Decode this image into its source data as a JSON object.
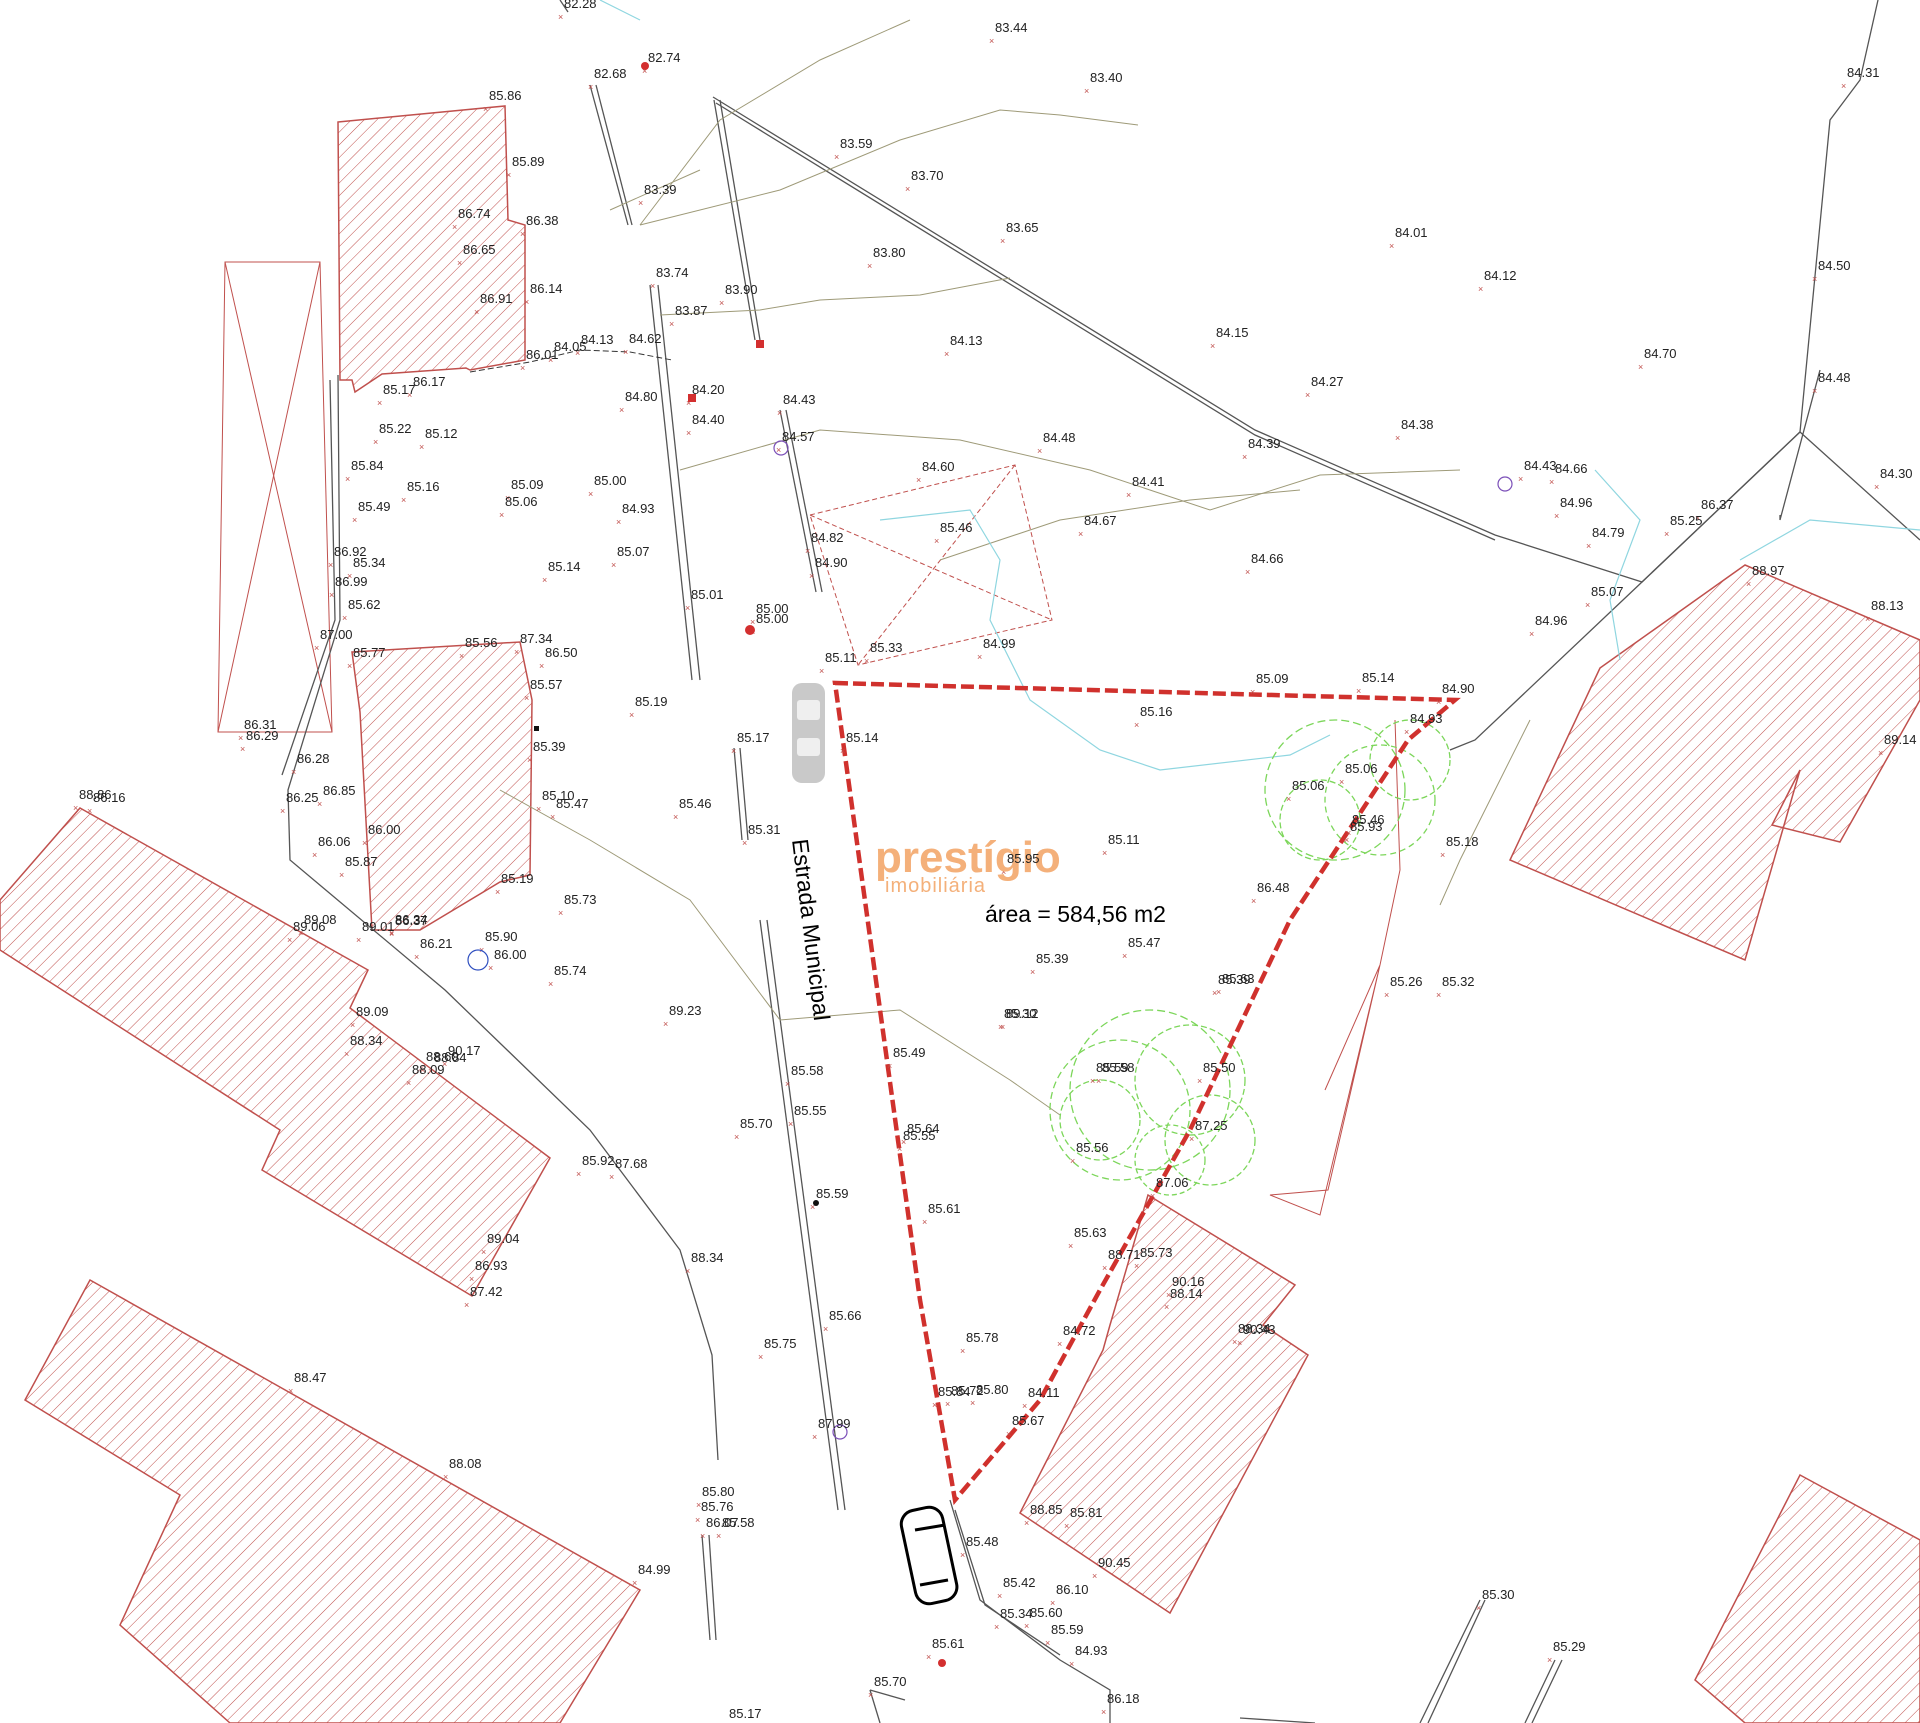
{
  "map": {
    "area_label": "área = 584,56 m2",
    "road_label": "Estrada Municipal",
    "watermark": {
      "brand": "prestígio",
      "sub": "imobiliária"
    },
    "colors": {
      "plot_boundary": "#d0312d",
      "building_hatch": "#c0504d",
      "survey_line": "#555555",
      "tree": "#7cd65a",
      "contour": "#9e9a78",
      "watercourse": "#8fd6e0",
      "watermark": "#f4b07a"
    },
    "elevations": [
      "82.28",
      "83.44",
      "84.31",
      "82.68",
      "82.74",
      "83.40",
      "85.86",
      "85.89",
      "83.59",
      "83.70",
      "83.39",
      "86.74",
      "86.38",
      "83.65",
      "84.01",
      "83.80",
      "84.50",
      "86.65",
      "83.74",
      "83.87",
      "83.90",
      "84.12",
      "86.14",
      "86.91",
      "84.13",
      "84.15",
      "84.70",
      "84.13",
      "84.62",
      "84.05",
      "86.01",
      "85.17",
      "86.17",
      "84.20",
      "84.43",
      "84.27",
      "84.48",
      "84.80",
      "84.40",
      "85.22",
      "85.12",
      "85.84",
      "84.57",
      "84.48",
      "84.39",
      "84.38",
      "84.43",
      "85.16",
      "85.09",
      "85.06",
      "85.00",
      "84.93",
      "84.60",
      "84.41",
      "84.66",
      "84.96",
      "86.37",
      "84.30",
      "85.49",
      "84.82",
      "84.67",
      "85.46",
      "84.79",
      "85.25",
      "85.34",
      "86.92",
      "85.14",
      "85.07",
      "84.90",
      "84.66",
      "88.97",
      "86.99",
      "85.62",
      "85.01",
      "85.00",
      "85.00",
      "85.07",
      "88.13",
      "87.00",
      "85.77",
      "85.56",
      "87.34",
      "86.50",
      "85.33",
      "84.99",
      "84.96",
      "85.57",
      "85.11",
      "85.14",
      "85.09",
      "84.90",
      "85.16",
      "85.19",
      "84.93",
      "86.31",
      "86.29",
      "85.39",
      "85.17",
      "85.14",
      "89.14",
      "86.28",
      "85.06",
      "85.06",
      "85.10",
      "88.86",
      "86.16",
      "86.25",
      "86.85",
      "85.47",
      "85.46",
      "85.46",
      "85.93",
      "86.06",
      "86.00",
      "85.31",
      "85.11",
      "85.18",
      "85.95",
      "86.48",
      "85.87",
      "85.19",
      "89.08",
      "86.34",
      "86.37",
      "85.73",
      "85.39",
      "85.47",
      "89.06",
      "89.01",
      "86.21",
      "85.90",
      "86.00",
      "85.74",
      "85.39",
      "85.26",
      "85.32",
      "89.09",
      "89.23",
      "89.12",
      "85.63",
      "85.30",
      "88.34",
      "88.60",
      "90.17",
      "88.84",
      "88.09",
      "85.49",
      "85.58",
      "85.50",
      "85.59",
      "85.58",
      "85.55",
      "85.70",
      "85.64",
      "85.55",
      "87.25",
      "85.92",
      "87.68",
      "85.56",
      "87.06",
      "85.59",
      "85.61",
      "85.63",
      "89.04",
      "86.93",
      "85.73",
      "87.42",
      "88.34",
      "88.71",
      "90.16",
      "88.14",
      "85.66",
      "85.78",
      "90.43",
      "84.72",
      "88.47",
      "85.75",
      "85.72",
      "84.11",
      "85.67",
      "87.99",
      "85.84",
      "85.80",
      "88.34",
      "88.08",
      "85.81",
      "85.80",
      "85.76",
      "86.07",
      "85.58",
      "88.85",
      "90.45",
      "85.48",
      "84.99",
      "85.42",
      "85.34",
      "86.10",
      "85.30",
      "85.60",
      "85.59",
      "84.93",
      "85.61",
      "85.29",
      "85.70",
      "86.18",
      "85.17"
    ]
  }
}
